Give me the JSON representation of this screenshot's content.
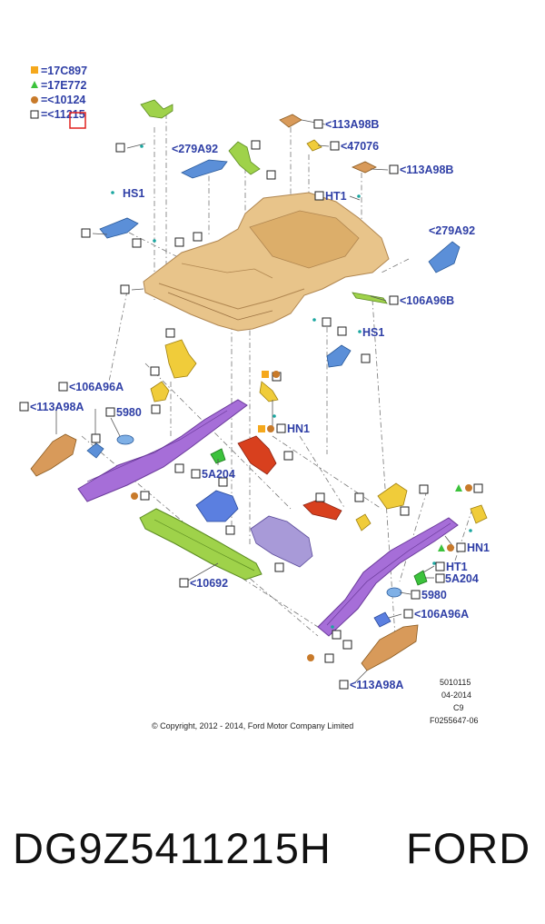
{
  "legend": [
    {
      "symbol": "square",
      "color": "#f5a81c",
      "text": "=17C897"
    },
    {
      "symbol": "triangle",
      "color": "#3cc23c",
      "text": "=17E772"
    },
    {
      "symbol": "circle",
      "color": "#c87a2a",
      "text": "=<10124"
    },
    {
      "symbol": "box",
      "color": "#ffffff",
      "text": "=<11215"
    }
  ],
  "highlight_color": "#e0201e",
  "label_color": "#2f3fa6",
  "callouts": {
    "c113A98B_a": "<113A98B",
    "c47076": "<47076",
    "c279A92_a": "<279A92",
    "c113A98B_b": "<113A98B",
    "cHS1_a": "HS1",
    "cHT1_a": "HT1",
    "c279A92_b": "<279A92",
    "c106A96B": "<106A96B",
    "cHS1_b": "HS1",
    "c106A96A_a": "<106A96A",
    "c113A98A_a": "<113A98A",
    "c5980_a": "5980",
    "cHN1_a": "HN1",
    "c5A204_a": "5A204",
    "c10692": "<10692",
    "cHN1_b": "HN1",
    "cHT1_b": "HT1",
    "c5A204_b": "5A204",
    "c5980_b": "5980",
    "c106A96A_b": "<106A96A",
    "c113A98A_b": "<113A98A"
  },
  "meta": {
    "ref": "5010115",
    "date": "04-2014",
    "code": "C9",
    "fig": "F0255647-06",
    "copyright": "© Copyright, 2012 - 2014, Ford Motor Company Limited"
  },
  "caption": {
    "part_number": "DG9Z5411215H",
    "brand": "FORD"
  },
  "part_colors": {
    "floor": "#e8c48a",
    "rail": "#a66ed8",
    "green": "#9fd24a",
    "blue": "#5b8fd8",
    "yellow": "#f0cc3a",
    "red": "#d8401e",
    "orange": "#d89a5a",
    "lavender": "#a89ad8"
  }
}
